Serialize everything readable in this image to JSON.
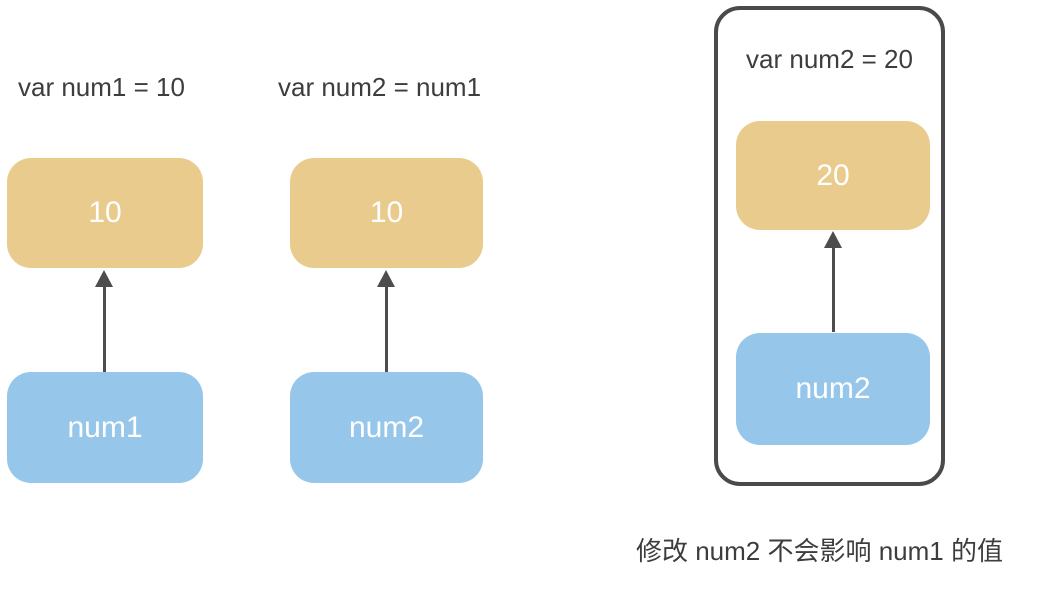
{
  "colors": {
    "background": "#ffffff",
    "value-box": "#e9cb8d",
    "var-box": "#96c7ea",
    "arrow": "#4d4d4d",
    "frame-border": "#4a4a4a",
    "label-text": "#3d3d3d",
    "box-text": "#ffffff"
  },
  "groups": [
    {
      "code": "var num1 = 10",
      "value": "10",
      "variable": "num1"
    },
    {
      "code": "var num2 = num1",
      "value": "10",
      "variable": "num2"
    },
    {
      "code": "var num2 = 20",
      "value": "20",
      "variable": "num2"
    }
  ],
  "caption": "修改 num2 不会影响 num1 的值"
}
